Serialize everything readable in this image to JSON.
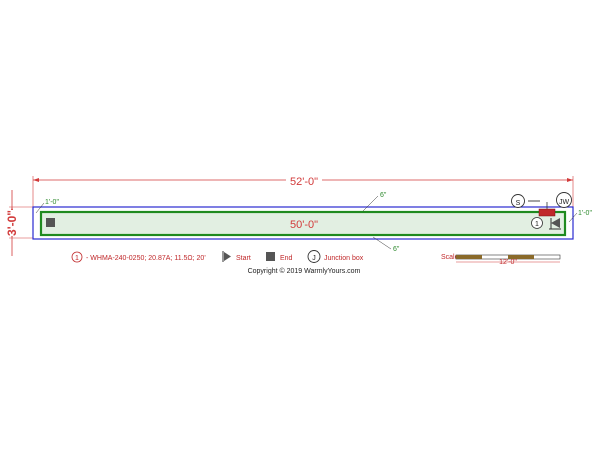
{
  "dimensions": {
    "overall_length": "52'-0\"",
    "overall_width": "3'-0\"",
    "mat_length": "50'-0\"",
    "offset_left": "1'-0\"",
    "offset_right": "1'-0\"",
    "offset_top": "6\"",
    "offset_bottom": "6\""
  },
  "fixtures": {
    "sensor_label": "S",
    "junction_label": "JW",
    "mat_number": "1"
  },
  "legend": {
    "mat_number": "1",
    "mat_spec": "- WHMA-240-0250; 20.87A; 11.5Ω; 20'",
    "start_label": "Start",
    "end_label": "End",
    "junction_symbol": "J",
    "junction_label": "Junction box"
  },
  "copyright": "Copyright © 2019 WarmlyYours.com",
  "scale": {
    "label": "Scale",
    "value": "12'-0\""
  },
  "colors": {
    "dimension": "#d23a3a",
    "room_outline": "#2a2ad0",
    "mat_outline": "#1f8a1f",
    "mat_fill": "#e2efe2",
    "offset_text": "#2e8a2e",
    "junction_box": "#c0282a"
  }
}
